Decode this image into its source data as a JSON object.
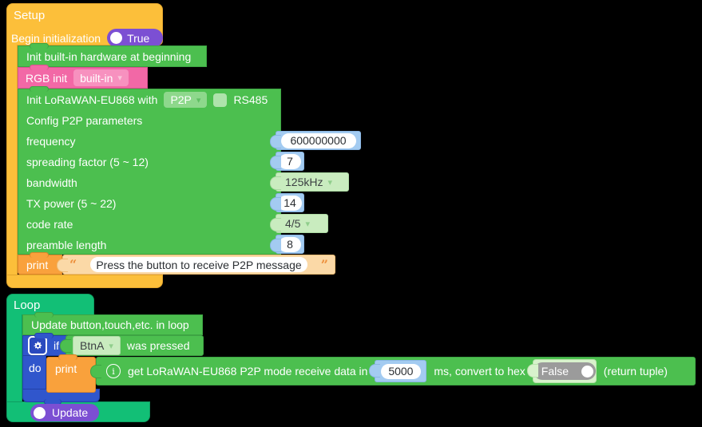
{
  "setup": {
    "title": "Setup",
    "begin": {
      "label": "Begin initialization",
      "toggle": "True"
    },
    "init_hardware_label": "Init built-in hardware at beginning",
    "rgb": {
      "label": "RGB init",
      "selected": "built-in"
    },
    "lora": {
      "init_label": "Init LoRaWAN-EU868 with",
      "mode_selected": "P2P",
      "rs485_label": "RS485",
      "config_label": "Config P2P parameters",
      "params": [
        {
          "label": "frequency",
          "value": "600000000"
        },
        {
          "label": "spreading factor (5 ~ 12)",
          "value": "7"
        },
        {
          "label": "bandwidth",
          "value": "125kHz"
        },
        {
          "label": "TX power (5 ~ 22)",
          "value": "14"
        },
        {
          "label": "code rate",
          "value": "4/5"
        },
        {
          "label": "preamble length",
          "value": "8"
        }
      ]
    },
    "print": {
      "label": "print",
      "message": "Press the button to receive P2P message"
    }
  },
  "loop": {
    "title": "Loop",
    "update_in_loop_label": "Update button,touch,etc. in loop",
    "if_block": {
      "if_label": "if",
      "button_selected": "BtnA",
      "condition_suffix": "was pressed",
      "do_label": "do"
    },
    "print_label": "print",
    "receive": {
      "text_before": "get LoRaWAN-EU868 P2P mode receive data in",
      "timeout_ms": "5000",
      "text_middle": "ms, convert to hex",
      "hex_toggle": "False",
      "text_after": "(return tuple)"
    },
    "update_toggle": "Update"
  },
  "colors": {
    "setup_block": "#FCBF3A",
    "loop_block": "#12BF76",
    "statement_green": "#4CBF4F",
    "rgb_pink": "#F268A6",
    "if_blue": "#3056CC",
    "print_orange": "#F9A13C",
    "string_peach": "#FBD9A7",
    "number_blue": "#A3CBF1",
    "dropdown_light_green": "#C9ECBF",
    "toggle_purple": "#7C4FD3",
    "toggle_gray": "#9B9B9B"
  }
}
